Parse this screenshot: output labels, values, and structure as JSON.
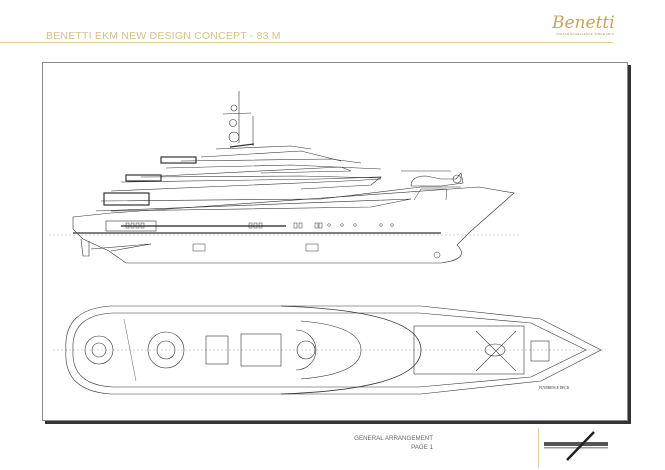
{
  "header": {
    "title": "BENETTI EKM NEW DESIGN CONCEPT - 83 M",
    "logo_text": "Benetti",
    "logo_tagline": "ITALIAN EXCELLENCE SINCE 1873"
  },
  "drawing": {
    "plan_label": "FLYBRIDGE DECK"
  },
  "footer": {
    "section": "GENERAL ARRANGEMENT",
    "page": "PAGE 1",
    "studio_logo": "studio logo"
  },
  "colors": {
    "accent": "#d9bf86",
    "line": "#333333"
  }
}
